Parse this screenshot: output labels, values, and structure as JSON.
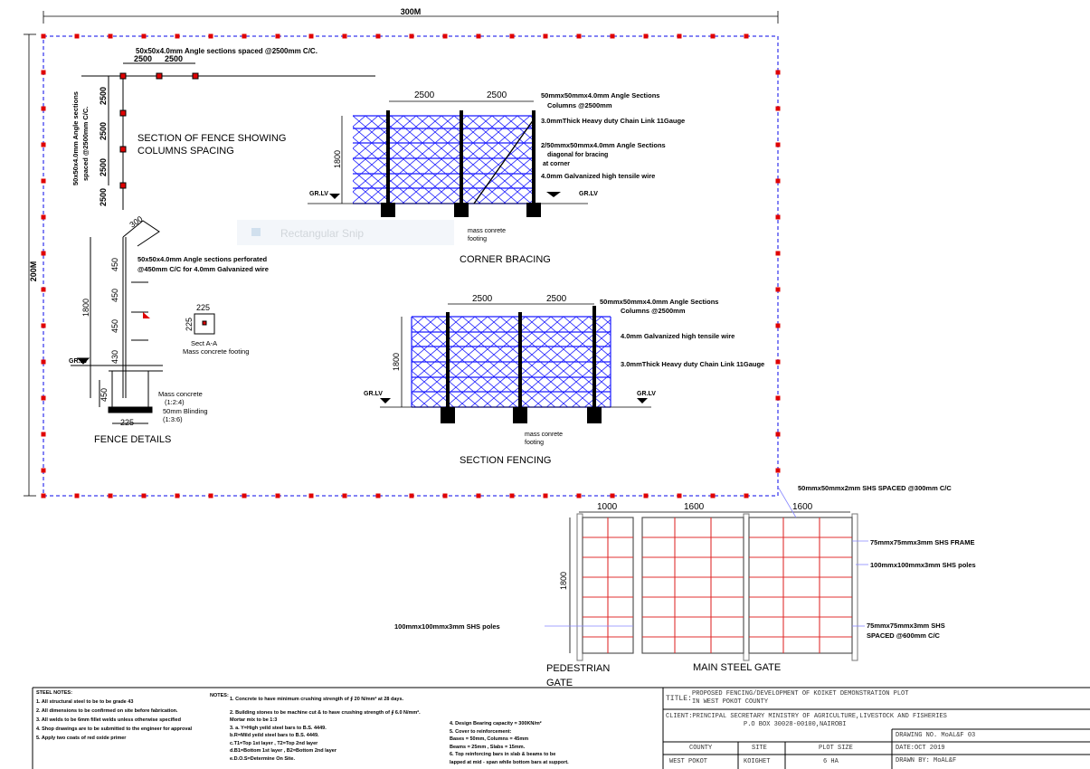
{
  "dims": {
    "overall_width": "300M",
    "overall_height": "200M"
  },
  "column_spacing": {
    "top_label": "50x50x4.0mm Angle sections spaced @2500mm C/C.",
    "side_label_1": "50x50x4.0mm Angle sections",
    "side_label_2": "spaced @2500mm C/C.",
    "dim_h": [
      "2500",
      "2500"
    ],
    "dim_v": [
      "2500",
      "2500",
      "2500",
      "2500"
    ],
    "title_1": "SECTION OF FENCE SHOWING",
    "title_2": "COLUMNS SPACING"
  },
  "corner_bracing": {
    "dims": [
      "2500",
      "2500"
    ],
    "height": "1800",
    "gr_lv_left": "GR.LV",
    "gr_lv_right": "GR.LV",
    "labels": [
      "50mmx50mmx4.0mm Angle Sections",
      "Columns @2500mm",
      "3.0mmThick Heavy duty Chain Link 11Gauge",
      "2/50mmx50mmx4.0mm Angle Sections",
      "diagonal for bracing",
      "at corner",
      "4.0mm Galvanized high tensile wire"
    ],
    "footing": [
      "mass conrete",
      "footing"
    ],
    "title": "CORNER BRACING"
  },
  "snip_overlay": "Rectangular Snip",
  "fence_details": {
    "top_dim": "300",
    "dims": [
      "450",
      "450",
      "450",
      "430"
    ],
    "height": "1800",
    "footing_depth": "450",
    "footing_width": "225",
    "gr_lv": "GR.LV",
    "angle_label_1": "50x50x4.0mm Angle sections perforated",
    "angle_label_2": "@450mm C/C for 4.0mm Galvanized wire",
    "sect_dim_top": "225",
    "sect_dim_side": "225",
    "sect_label_1": "Sect A-A",
    "sect_label_2": "Mass concrete footing",
    "concrete_1": "Mass concrete",
    "concrete_2": "(1:2:4)",
    "blinding_1": "50mm Blinding",
    "blinding_2": "(1:3:6)",
    "title": "FENCE DETAILS"
  },
  "section_fencing": {
    "dims": [
      "2500",
      "2500"
    ],
    "height": "1800",
    "gr_lv_left": "GR.LV",
    "gr_lv_right": "GR.LV",
    "labels": [
      "50mmx50mmx4.0mm Angle Sections",
      "Columns @2500mm",
      "4.0mm Galvanized high tensile wire",
      "3.0mmThick Heavy duty Chain Link 11Gauge"
    ],
    "footing": [
      "mass conrete",
      "footing"
    ],
    "title": "SECTION FENCING"
  },
  "gate": {
    "dims": [
      "1000",
      "1600",
      "1600"
    ],
    "height": "1800",
    "labels": [
      "50mmx50mmx2mm SHS SPACED @300mm C/C",
      "75mmx75mmx3mm SHS FRAME",
      "100mmx100mmx3mm SHS poles",
      "75mmx75mmx3mm SHS",
      "SPACED @600mm C/C",
      "100mmx100mmx3mm SHS poles"
    ],
    "pedestrian_1": "PEDESTRIAN",
    "pedestrian_2": "GATE",
    "main_title": "MAIN STEEL GATE"
  },
  "steel_notes": {
    "heading": "STEEL NOTES:",
    "items": [
      "1. All structural steel to be to be grade 43",
      "2. All dimensions to be confirmed on site before fabrication.",
      "3. All welds to be 6mm fillet welds unless otherwise specified",
      "4. Shop drawings are to be submitted to the engineer for approval",
      "5. Apply two coats of red oxide primer"
    ]
  },
  "notes": {
    "heading": "NOTES:",
    "col1": [
      "1. Concrete to have minimum crushing strength of ∮ 20  N/mm² at 28 days.",
      "2. Building stones to be machine cut & to have crushing strength of ∮ 6.0 N/mm².",
      "   Mortar mix to be 1:3",
      "3. a. Y=High yeild steel bars to B.S. 4449.",
      "   b.R=Mild yeild steel bars to B.S. 4449.",
      "   c.T1=Top 1st layer , T2=Top 2nd layer",
      "   d.B1=Bottom 1st layer , B2=Bottom 2nd layer",
      "   e.D.O.S=Determine On Site."
    ],
    "col2": [
      "4. Design Bearing capacity = 300KN/m²",
      "5. Cover to reinforcement:",
      "   Bases = 50mm, Columns = 45mm",
      "   Beams = 25mm , Slabs = 15mm.",
      "6. Top reinforcing bars in slab & beams to be",
      "   lapped at mid - span while bottom bars at support."
    ]
  },
  "title_block": {
    "title_key": "TITLE:",
    "title_line1": "PROPOSED FENCING/DEVELOPMENT OF KOIKET DEMONSTRATION PLOT",
    "title_line2": "IN WEST POKOT COUNTY",
    "client_line1": "CLIENT:PRINCIPAL SECRETARY MINISTRY OF AGRICULTURE,LIVESTOCK AND FISHERIES",
    "client_line2": "P.O BOX 30028-00100,NAIROBI",
    "drawing_no": "DRAWING NO. MoAL&F 03",
    "date": "DATE:OCT 2019",
    "drawn_by": "DRAWN BY: MoAL&F",
    "col_headers": [
      "COUNTY",
      "SITE",
      "PLOT SIZE"
    ],
    "col_values": [
      "WEST POKOT",
      "KOIGHET",
      "6 HA"
    ]
  }
}
